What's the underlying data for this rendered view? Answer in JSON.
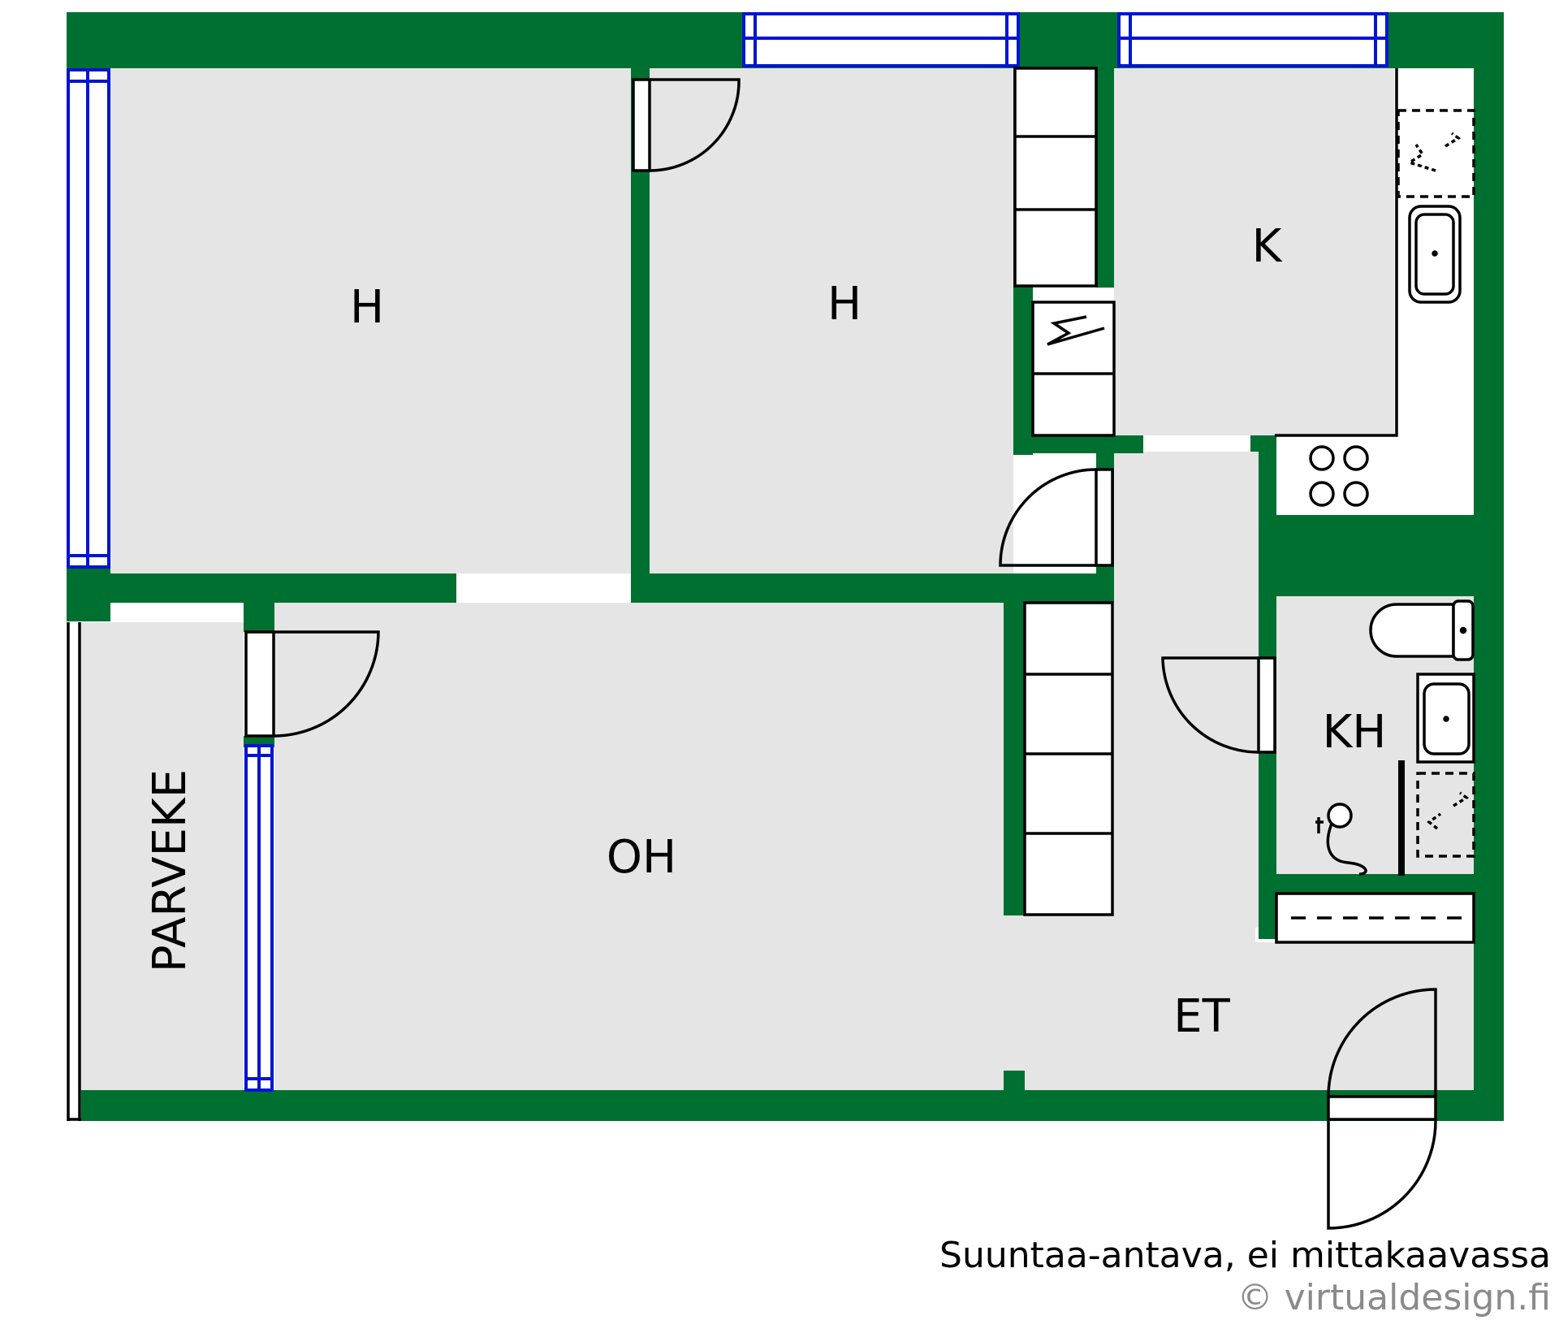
{
  "plan": {
    "colors": {
      "wall": "#007030",
      "floor": "#e5e5e5",
      "window": "#0014d2",
      "fixture": "#000000",
      "background": "#ffffff"
    },
    "rooms": {
      "bedroom_1": "H",
      "bedroom_2": "H",
      "kitchen": "K",
      "living_room": "OH",
      "balcony": "PARVEKE",
      "bathroom": "KH",
      "hallway": "ET"
    },
    "icons": [
      "window",
      "door-swing",
      "wardrobe",
      "electric-panel",
      "stove",
      "sink",
      "toilet",
      "shower",
      "dishwasher",
      "washing-machine"
    ]
  },
  "footer": {
    "disclaimer": "Suuntaa-antava, ei mittakaavassa",
    "copyright": "© virtualdesign.fi"
  }
}
